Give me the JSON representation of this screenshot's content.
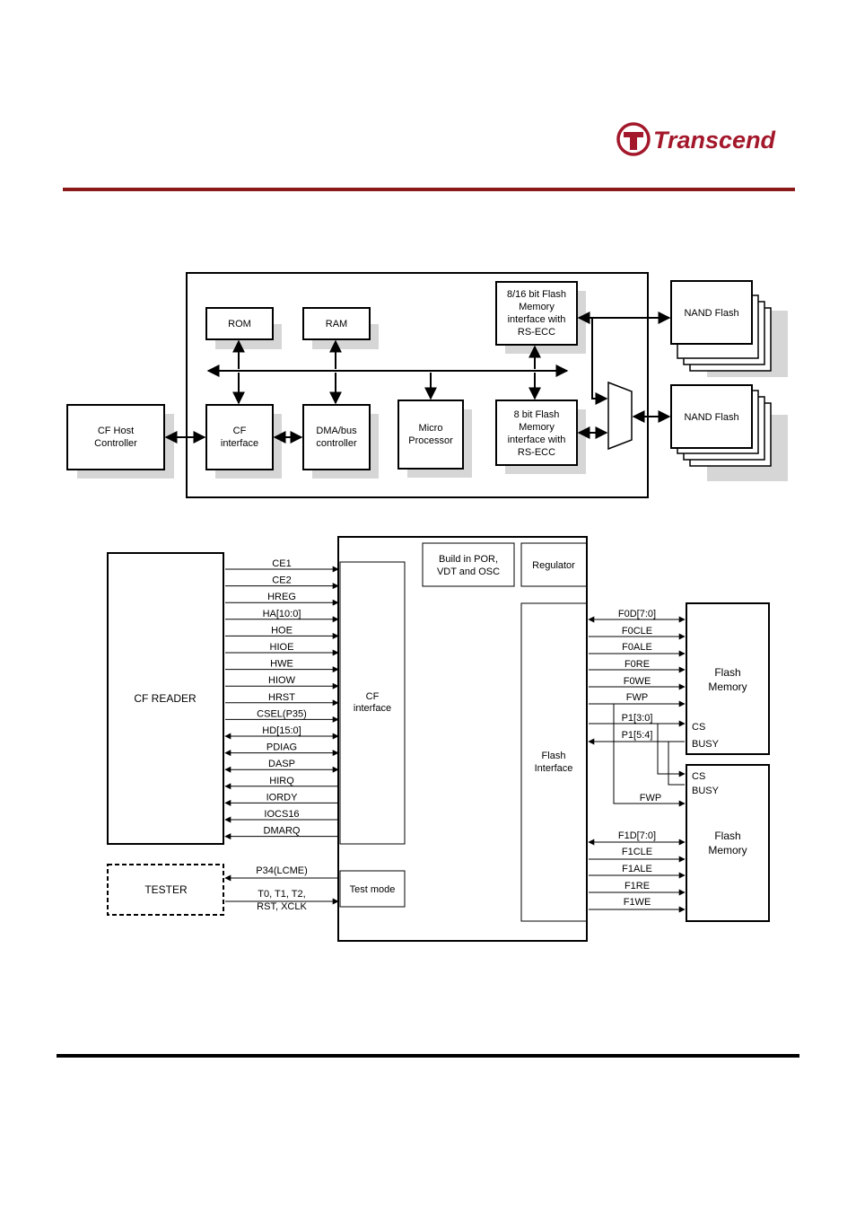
{
  "header": {
    "brand_name": "Transcend",
    "brand_color": "#a3182b",
    "rule_color": "#8b1a1a"
  },
  "block_diagram": {
    "cf_host": [
      "CF Host",
      "Controller"
    ],
    "rom": "ROM",
    "ram": "RAM",
    "cf_interface": [
      "CF",
      "interface"
    ],
    "dma": [
      "DMA/bus",
      "controller"
    ],
    "micro": [
      "Micro",
      "Processor"
    ],
    "flash16": [
      "8/16 bit Flash",
      "Memory",
      "interface with",
      "RS-ECC"
    ],
    "flash8": [
      "8 bit Flash",
      "Memory",
      "interface with",
      "RS-ECC"
    ],
    "nand_top": "NAND Flash",
    "nand_bottom": "NAND Flash"
  },
  "pin_diagram": {
    "cf_reader": "CF READER",
    "tester": "TESTER",
    "cf_interface": [
      "CF",
      "interface"
    ],
    "build_in": [
      "Build in POR,",
      "VDT and OSC"
    ],
    "regulator": "Regulator",
    "flash_interface": [
      "Flash",
      "Interface"
    ],
    "test_mode": "Test mode",
    "host_signals": [
      {
        "label": "CE1",
        "dir": "in"
      },
      {
        "label": "CE2",
        "dir": "in"
      },
      {
        "label": "HREG",
        "dir": "in"
      },
      {
        "label": "HA[10:0]",
        "dir": "in"
      },
      {
        "label": "HOE",
        "dir": "in"
      },
      {
        "label": "HIOE",
        "dir": "in"
      },
      {
        "label": "HWE",
        "dir": "in"
      },
      {
        "label": "HIOW",
        "dir": "in"
      },
      {
        "label": "HRST",
        "dir": "in"
      },
      {
        "label": "CSEL(P35)",
        "dir": "in"
      },
      {
        "label": "HD[15:0]",
        "dir": "both"
      },
      {
        "label": "PDIAG",
        "dir": "both"
      },
      {
        "label": "DASP",
        "dir": "both"
      },
      {
        "label": "HIRQ",
        "dir": "out"
      },
      {
        "label": "IORDY",
        "dir": "out"
      },
      {
        "label": "IOCS16",
        "dir": "out"
      },
      {
        "label": "DMARQ",
        "dir": "out"
      }
    ],
    "tester_signals": [
      "P34(LCME)",
      "T0, T1, T2,",
      "RST, XCLK"
    ],
    "flash0_signals": [
      "F0D[7:0]",
      "F0CLE",
      "F0ALE",
      "F0RE",
      "F0WE",
      "FWP"
    ],
    "p1_signals": [
      "P1[3:0]",
      "P1[5:4]"
    ],
    "fwp2": "FWP",
    "flash1_signals": [
      "F1D[7:0]",
      "F1CLE",
      "F1ALE",
      "F1RE",
      "F1WE"
    ],
    "flash_memory": [
      "Flash",
      "Memory"
    ],
    "cs": "CS",
    "busy": "BUSY"
  }
}
